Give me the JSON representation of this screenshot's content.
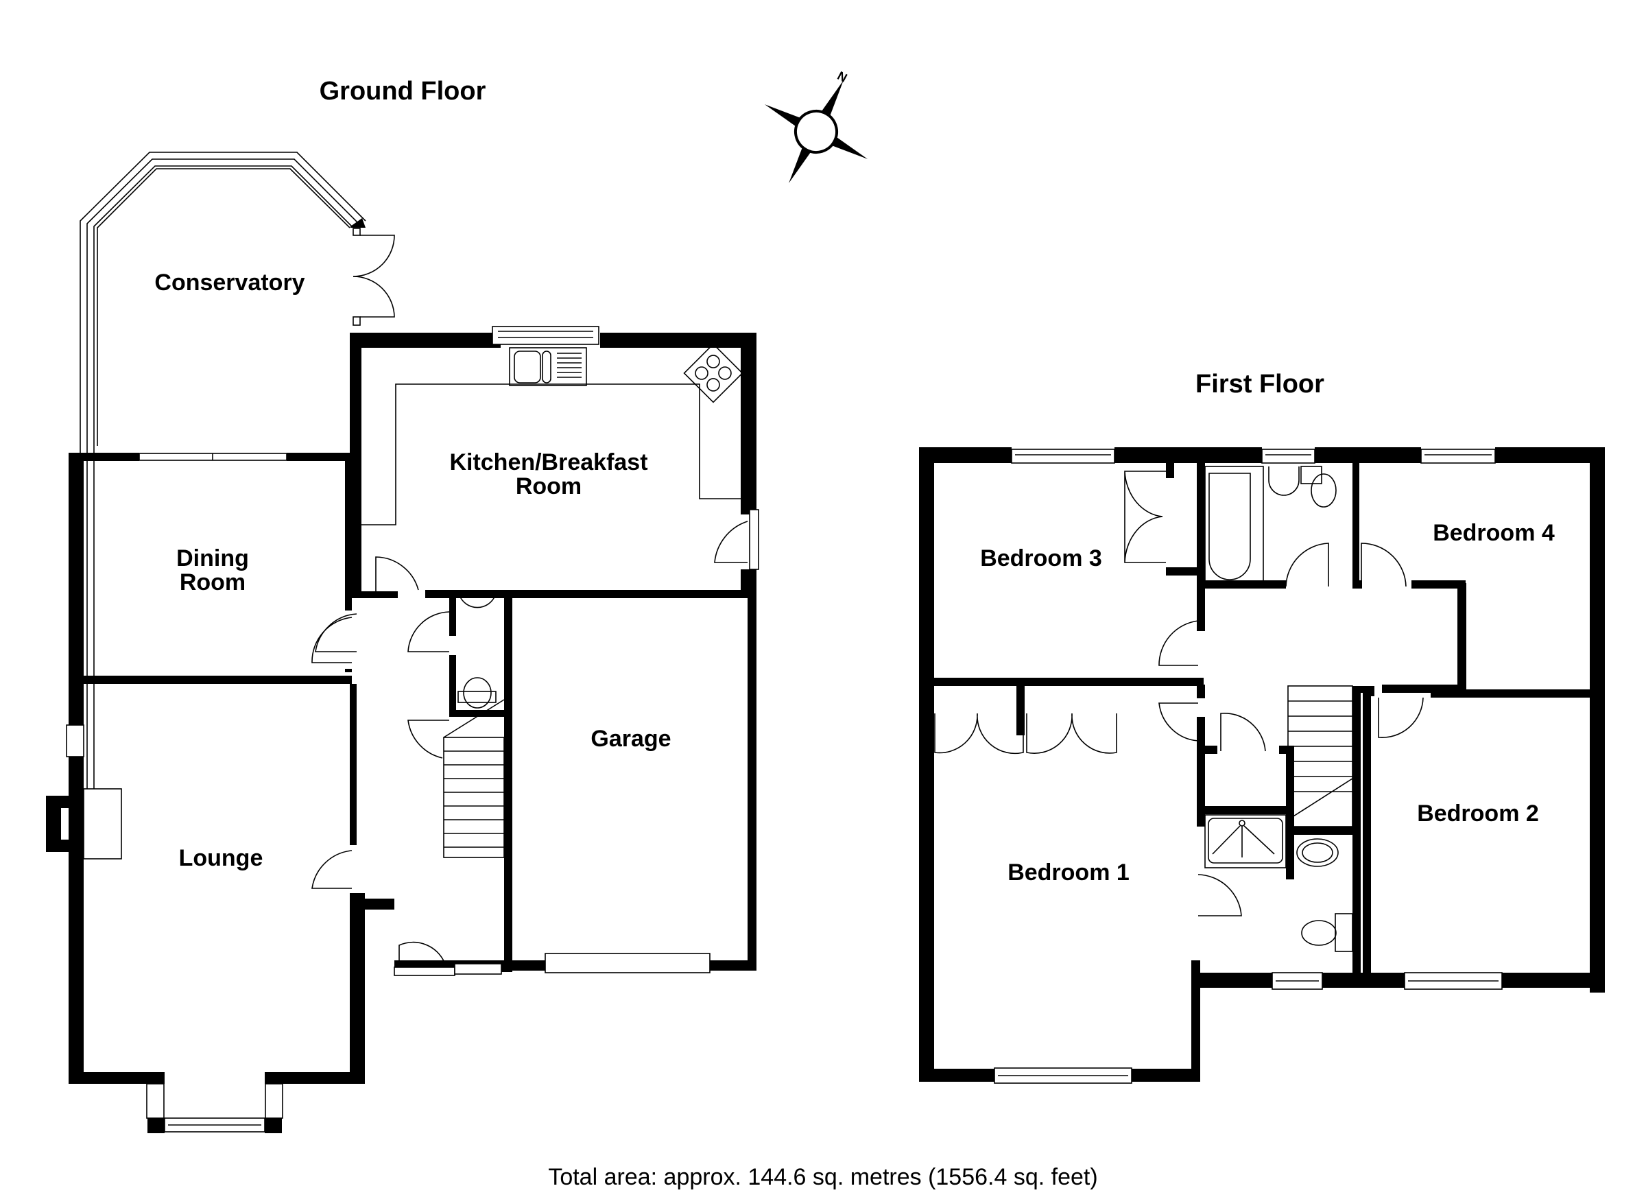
{
  "ground_floor": {
    "title": "Ground Floor",
    "rooms": [
      {
        "id": "conservatory",
        "label": "Conservatory"
      },
      {
        "id": "kitchen",
        "label": "Kitchen/Breakfast",
        "label2": "Room"
      },
      {
        "id": "dining",
        "label": "Dining",
        "label2": "Room"
      },
      {
        "id": "lounge",
        "label": "Lounge"
      },
      {
        "id": "garage",
        "label": "Garage"
      }
    ]
  },
  "first_floor": {
    "title": "First Floor",
    "rooms": [
      {
        "id": "bedroom3",
        "label": "Bedroom 3"
      },
      {
        "id": "bedroom4",
        "label": "Bedroom 4"
      },
      {
        "id": "bedroom1",
        "label": "Bedroom 1"
      },
      {
        "id": "bedroom2",
        "label": "Bedroom 2"
      }
    ]
  },
  "compass": {
    "north_label": "N",
    "icon": "compass-rose-icon"
  },
  "footer": {
    "total_area": "Total area: approx. 144.6 sq. metres (1556.4 sq. feet)"
  },
  "colors": {
    "wall": "#000000",
    "background": "#ffffff"
  }
}
